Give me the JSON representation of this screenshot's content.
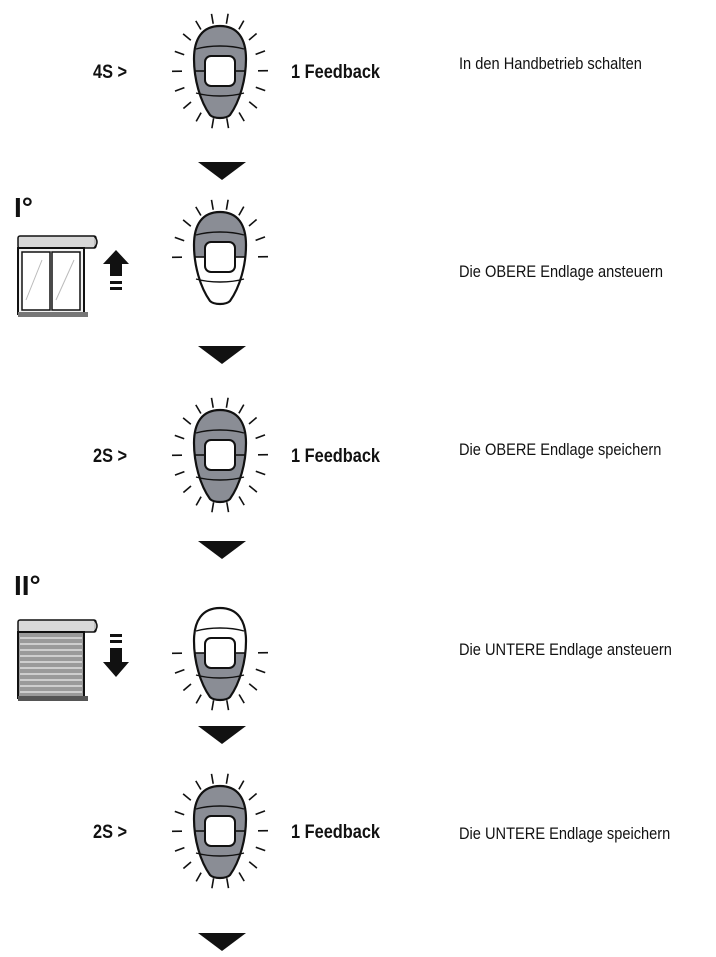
{
  "steps": [
    {
      "press": "4S >",
      "feedback": "1 Feedback",
      "description": "In den Handbetrieb schalten"
    },
    {
      "press": "",
      "feedback": "",
      "description": "Die OBERE Endlage ansteuern"
    },
    {
      "press": "2S >",
      "feedback": "1 Feedback",
      "description": "Die OBERE Endlage speichern"
    },
    {
      "press": "",
      "feedback": "",
      "description": "Die UNTERE Endlage ansteuern"
    },
    {
      "press": "2S >",
      "feedback": "1 Feedback",
      "description": "Die UNTERE Endlage speichern"
    }
  ],
  "stages": {
    "upper": "I°",
    "lower": "II°"
  },
  "colors": {
    "remote_gray": "#8a8d95",
    "ink": "#111111"
  }
}
